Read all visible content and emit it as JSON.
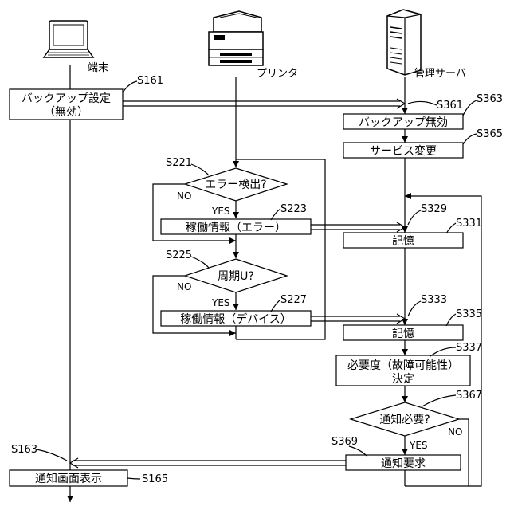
{
  "actors": {
    "terminal": "端末",
    "printer": "プリンタ",
    "server": "管理サーバ"
  },
  "icons": {
    "terminal": "laptop-icon",
    "printer": "printer-icon",
    "server": "server-icon"
  },
  "boxes": {
    "backup_setting_line1": "バックアップ設定",
    "backup_setting_line2": "（無効）",
    "notify_display": "通知画面表示",
    "backup_disabled": "バックアップ無効",
    "service_change": "サービス変更",
    "store1": "記憶",
    "store2": "記憶",
    "necessity_line1": "必要度（故障可能性）",
    "necessity_line2": "決定",
    "notify_request": "通知要求",
    "op_info_error": "稼働情報（エラー）",
    "op_info_device": "稼働情報（デバイス）"
  },
  "decisions": {
    "error_detect": "エラー検出?",
    "period": "周期U?",
    "notify_needed": "通知必要?"
  },
  "branch_labels": {
    "no1": "NO",
    "yes1": "YES",
    "no2": "NO",
    "yes2": "YES",
    "no3": "NO",
    "yes3": "YES"
  },
  "steps": {
    "s161": "S161",
    "s163": "S163",
    "s165": "S165",
    "s221": "S221",
    "s223": "S223",
    "s225": "S225",
    "s227": "S227",
    "s329": "S329",
    "s331": "S331",
    "s333": "S333",
    "s335": "S335",
    "s337": "S337",
    "s361": "S361",
    "s363": "S363",
    "s365": "S365",
    "s367": "S367",
    "s369": "S369"
  }
}
